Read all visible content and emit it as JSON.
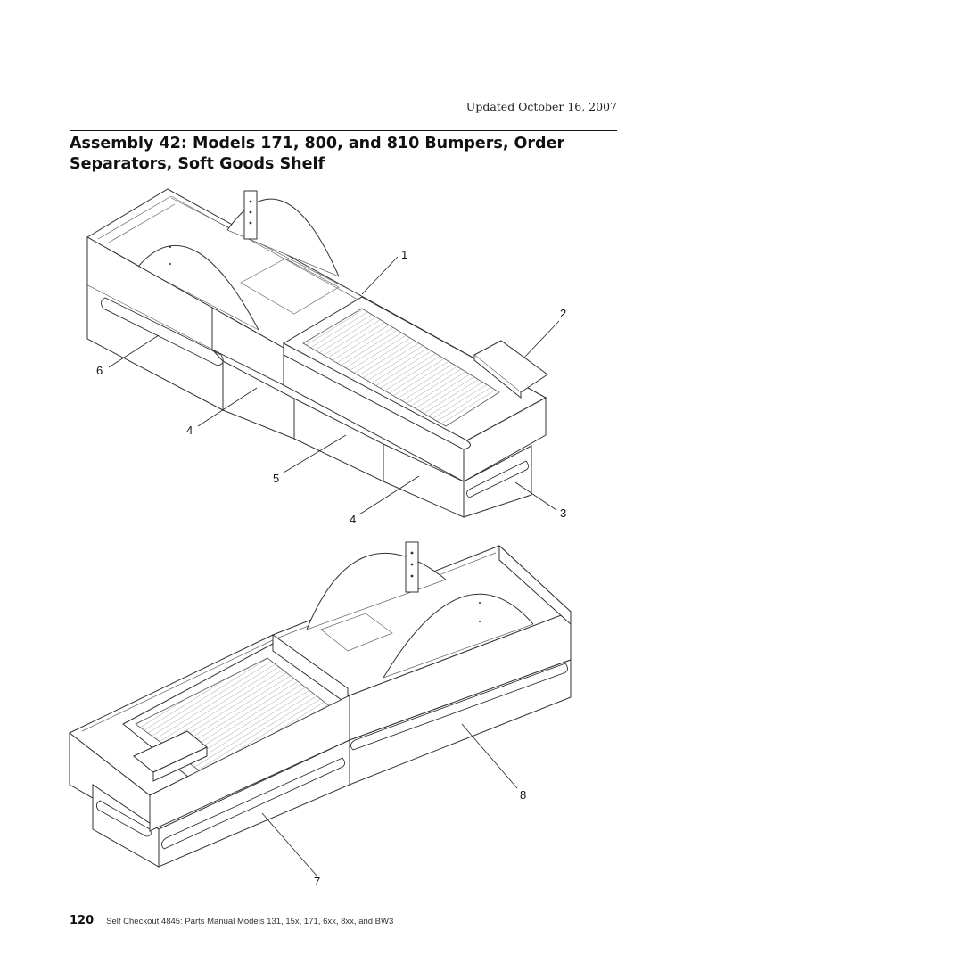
{
  "header": {
    "updated": "Updated October 16, 2007"
  },
  "section": {
    "title": "Assembly 42: Models 171, 800, and 810 Bumpers, Order Separators, Soft Goods Shelf"
  },
  "figure": {
    "callouts": [
      "1",
      "2",
      "6",
      "4",
      "5",
      "4",
      "3",
      "8",
      "7"
    ]
  },
  "footer": {
    "page_number": "120",
    "running_title": "Self Checkout 4845: Parts Manual Models 131, 15x, 171, 6xx, 8xx, and BW3"
  }
}
